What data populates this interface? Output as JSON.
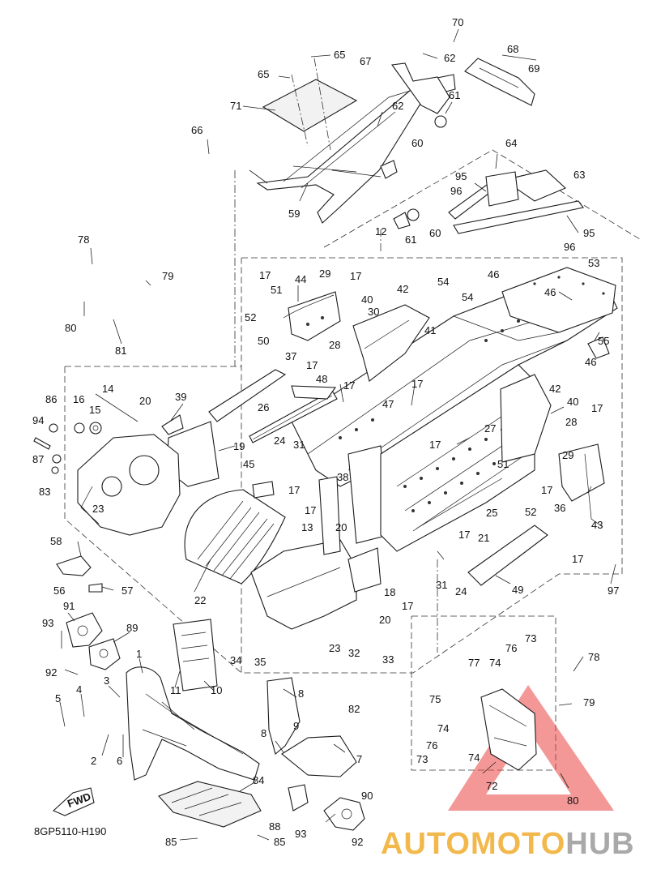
{
  "figure": {
    "reference_code": "8GP5110-H190",
    "forward_label": "FWD",
    "brand_watermark": {
      "part1": "AUTOMOTO",
      "part2": "HUB",
      "color1": "#f2b84b",
      "color2": "#a9a9a9",
      "logo_color": "#e94141"
    }
  },
  "callouts": [
    {
      "id": "70",
      "text": "70"
    },
    {
      "id": "68",
      "text": "68"
    },
    {
      "id": "69",
      "text": "69"
    },
    {
      "id": "65a",
      "text": "65"
    },
    {
      "id": "67",
      "text": "67"
    },
    {
      "id": "62a",
      "text": "62"
    },
    {
      "id": "65b",
      "text": "65"
    },
    {
      "id": "71",
      "text": "71"
    },
    {
      "id": "62b",
      "text": "62"
    },
    {
      "id": "61a",
      "text": "61"
    },
    {
      "id": "66",
      "text": "66"
    },
    {
      "id": "60a",
      "text": "60"
    },
    {
      "id": "64",
      "text": "64"
    },
    {
      "id": "63",
      "text": "63"
    },
    {
      "id": "95a",
      "text": "95"
    },
    {
      "id": "96a",
      "text": "96"
    },
    {
      "id": "59",
      "text": "59"
    },
    {
      "id": "61b",
      "text": "61"
    },
    {
      "id": "60b",
      "text": "60"
    },
    {
      "id": "95b",
      "text": "95"
    },
    {
      "id": "12",
      "text": "12"
    },
    {
      "id": "96b",
      "text": "96"
    },
    {
      "id": "78a",
      "text": "78"
    },
    {
      "id": "53",
      "text": "53"
    },
    {
      "id": "79a",
      "text": "79"
    },
    {
      "id": "17a",
      "text": "17"
    },
    {
      "id": "44",
      "text": "44"
    },
    {
      "id": "29a",
      "text": "29"
    },
    {
      "id": "17b",
      "text": "17"
    },
    {
      "id": "51a",
      "text": "51"
    },
    {
      "id": "46a",
      "text": "46"
    },
    {
      "id": "52a",
      "text": "52"
    },
    {
      "id": "42a",
      "text": "42"
    },
    {
      "id": "54a",
      "text": "54"
    },
    {
      "id": "40a",
      "text": "40"
    },
    {
      "id": "46b",
      "text": "46"
    },
    {
      "id": "30",
      "text": "30"
    },
    {
      "id": "54b",
      "text": "54"
    },
    {
      "id": "80a",
      "text": "80"
    },
    {
      "id": "81",
      "text": "81"
    },
    {
      "id": "41",
      "text": "41"
    },
    {
      "id": "28a",
      "text": "28"
    },
    {
      "id": "55",
      "text": "55"
    },
    {
      "id": "50",
      "text": "50"
    },
    {
      "id": "37",
      "text": "37"
    },
    {
      "id": "17c",
      "text": "17"
    },
    {
      "id": "46c",
      "text": "46"
    },
    {
      "id": "14",
      "text": "14"
    },
    {
      "id": "48",
      "text": "48"
    },
    {
      "id": "17d",
      "text": "17"
    },
    {
      "id": "17e",
      "text": "17"
    },
    {
      "id": "42b",
      "text": "42"
    },
    {
      "id": "86",
      "text": "86"
    },
    {
      "id": "16",
      "text": "16"
    },
    {
      "id": "15",
      "text": "15"
    },
    {
      "id": "20a",
      "text": "20"
    },
    {
      "id": "39",
      "text": "39"
    },
    {
      "id": "26",
      "text": "26"
    },
    {
      "id": "47",
      "text": "47"
    },
    {
      "id": "40b",
      "text": "40"
    },
    {
      "id": "17f",
      "text": "17"
    },
    {
      "id": "94",
      "text": "94"
    },
    {
      "id": "27",
      "text": "27"
    },
    {
      "id": "28b",
      "text": "28"
    },
    {
      "id": "19",
      "text": "19"
    },
    {
      "id": "24a",
      "text": "24"
    },
    {
      "id": "31a",
      "text": "31"
    },
    {
      "id": "17g",
      "text": "17"
    },
    {
      "id": "87",
      "text": "87"
    },
    {
      "id": "29b",
      "text": "29"
    },
    {
      "id": "51b",
      "text": "51"
    },
    {
      "id": "83",
      "text": "83"
    },
    {
      "id": "45",
      "text": "45"
    },
    {
      "id": "17h",
      "text": "17"
    },
    {
      "id": "38",
      "text": "38"
    },
    {
      "id": "17i",
      "text": "17"
    },
    {
      "id": "36",
      "text": "36"
    },
    {
      "id": "23a",
      "text": "23"
    },
    {
      "id": "17j",
      "text": "17"
    },
    {
      "id": "52b",
      "text": "52"
    },
    {
      "id": "25",
      "text": "25"
    },
    {
      "id": "43",
      "text": "43"
    },
    {
      "id": "20b",
      "text": "20"
    },
    {
      "id": "21",
      "text": "21"
    },
    {
      "id": "13",
      "text": "13"
    },
    {
      "id": "17k",
      "text": "17"
    },
    {
      "id": "58",
      "text": "58"
    },
    {
      "id": "17l",
      "text": "17"
    },
    {
      "id": "31b",
      "text": "31"
    },
    {
      "id": "56",
      "text": "56"
    },
    {
      "id": "57",
      "text": "57"
    },
    {
      "id": "18",
      "text": "18"
    },
    {
      "id": "24b",
      "text": "24"
    },
    {
      "id": "49",
      "text": "49"
    },
    {
      "id": "97",
      "text": "97"
    },
    {
      "id": "22",
      "text": "22"
    },
    {
      "id": "17m",
      "text": "17"
    },
    {
      "id": "91",
      "text": "91"
    },
    {
      "id": "20c",
      "text": "20"
    },
    {
      "id": "89",
      "text": "89"
    },
    {
      "id": "93a",
      "text": "93"
    },
    {
      "id": "23b",
      "text": "23"
    },
    {
      "id": "32",
      "text": "32"
    },
    {
      "id": "73a",
      "text": "73"
    },
    {
      "id": "76a",
      "text": "76"
    },
    {
      "id": "78b",
      "text": "78"
    },
    {
      "id": "34",
      "text": "34"
    },
    {
      "id": "35",
      "text": "35"
    },
    {
      "id": "33",
      "text": "33"
    },
    {
      "id": "77",
      "text": "77"
    },
    {
      "id": "74a",
      "text": "74"
    },
    {
      "id": "92a",
      "text": "92"
    },
    {
      "id": "1",
      "text": "1"
    },
    {
      "id": "11",
      "text": "11"
    },
    {
      "id": "10",
      "text": "10"
    },
    {
      "id": "3",
      "text": "3"
    },
    {
      "id": "4",
      "text": "4"
    },
    {
      "id": "8a",
      "text": "8"
    },
    {
      "id": "82",
      "text": "82"
    },
    {
      "id": "75",
      "text": "75"
    },
    {
      "id": "79b",
      "text": "79"
    },
    {
      "id": "5",
      "text": "5"
    },
    {
      "id": "9",
      "text": "9"
    },
    {
      "id": "74b",
      "text": "74"
    },
    {
      "id": "8b",
      "text": "8"
    },
    {
      "id": "76b",
      "text": "76"
    },
    {
      "id": "2",
      "text": "2"
    },
    {
      "id": "6",
      "text": "6"
    },
    {
      "id": "7",
      "text": "7"
    },
    {
      "id": "73b",
      "text": "73"
    },
    {
      "id": "74c",
      "text": "74"
    },
    {
      "id": "72",
      "text": "72"
    },
    {
      "id": "84",
      "text": "84"
    },
    {
      "id": "90",
      "text": "90"
    },
    {
      "id": "80b",
      "text": "80"
    },
    {
      "id": "88",
      "text": "88"
    },
    {
      "id": "93b",
      "text": "93"
    },
    {
      "id": "85a",
      "text": "85"
    },
    {
      "id": "85b",
      "text": "85"
    },
    {
      "id": "92b",
      "text": "92"
    }
  ]
}
